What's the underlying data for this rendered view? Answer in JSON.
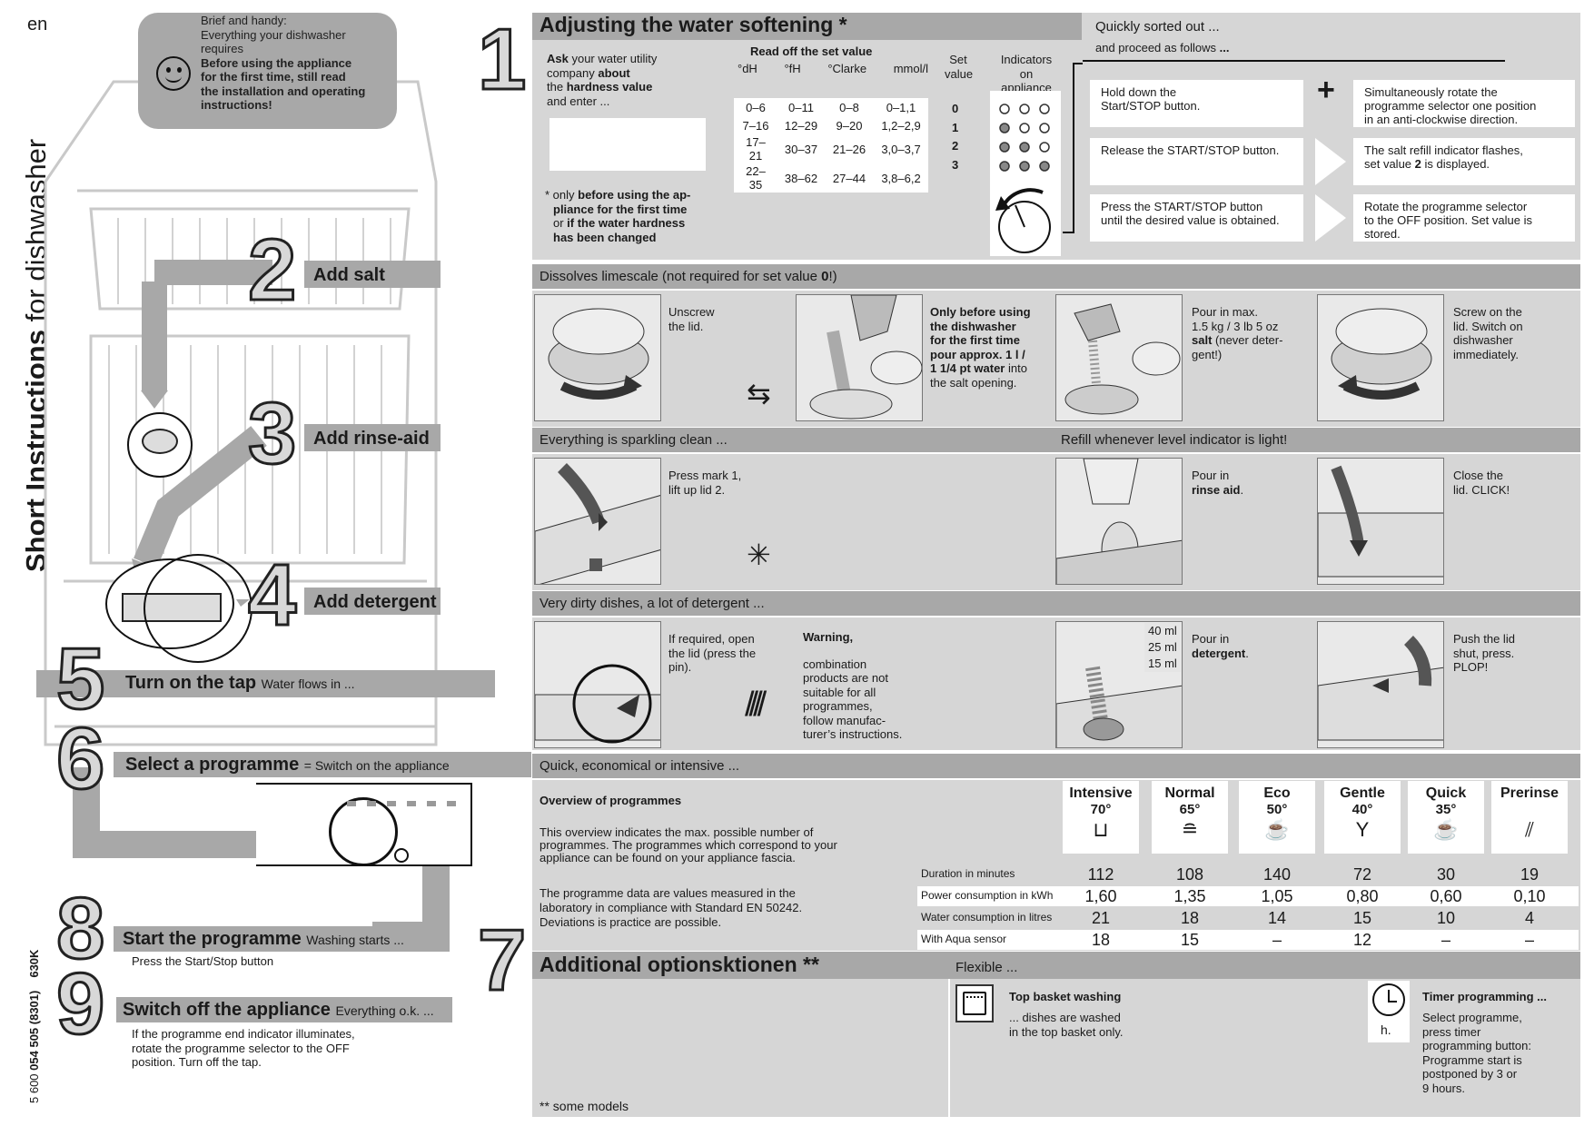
{
  "lang": "en",
  "vertical_title": {
    "bold": "Short Instructions",
    "rest": " for dishwasher"
  },
  "code": {
    "part1": "5 600 ",
    "part2": "054 505 (8301)",
    "part3": "630K"
  },
  "bubble": {
    "line1": "Brief and handy:",
    "line2": "Everything your dishwasher",
    "line3": "requires",
    "bold1": "Before using the appliance",
    "bold2": "for the first time, still read",
    "bold3": "the installation and operating",
    "bold4": "instructions!"
  },
  "steps": {
    "s1": {
      "num": "1",
      "title": "Adjusting the water softening *"
    },
    "s2": {
      "num": "2",
      "title": "Add salt"
    },
    "s3": {
      "num": "3",
      "title": "Add rinse-aid"
    },
    "s4": {
      "num": "4",
      "title": "Add detergent"
    },
    "s5": {
      "num": "5",
      "title": "Turn on the tap",
      "sub": "Water flows in ..."
    },
    "s6": {
      "num": "6",
      "title": "Select a programme",
      "sub": "= Switch on the appliance"
    },
    "s7": {
      "num": "7",
      "title": "Additional optionsktionen **"
    },
    "s8": {
      "num": "8",
      "title": "Start the programme",
      "sub": "Washing starts ...",
      "note": "Press the Start/Stop button"
    },
    "s9": {
      "num": "9",
      "title": "Switch off the appliance",
      "sub": "Everything o.k. ...",
      "note1": "If the programme end indicator illuminates,",
      "note2": "rotate the programme selector to the OFF",
      "note3": "position. Turn off the tap."
    }
  },
  "water": {
    "ask1": "Ask",
    "ask2": " your water utility",
    "ask3": "company ",
    "ask4": "about",
    "ask5": "the ",
    "ask6": "hardness value",
    "ask7": "and enter ...",
    "readoff": "Read off the set value",
    "cols": [
      "°dH",
      "°fH",
      "°Clarke",
      "mmol/l"
    ],
    "setvalue1": "Set",
    "setvalue2": "value",
    "ind1": "Indicators",
    "ind2": "on",
    "ind3": "appliance",
    "rows": [
      [
        "0–6",
        "0–11",
        "0–8",
        "0–1,1",
        "0"
      ],
      [
        "7–16",
        "12–29",
        "9–20",
        "1,2–2,9",
        "1"
      ],
      [
        "17–21",
        "30–37",
        "21–26",
        "3,0–3,7",
        "2"
      ],
      [
        "22–35",
        "38–62",
        "27–44",
        "3,8–6,2",
        "3"
      ]
    ],
    "foot1": "* only ",
    "foot2": "before using the ap-",
    "foot3": "pliance for the first time",
    "foot4": "or ",
    "foot5": "if the water hardness",
    "foot6": "has been changed"
  },
  "quick": {
    "title": "Quickly sorted out ...",
    "sub": "and proceed as follows ",
    "sub_b": "...",
    "hold1": "Hold down the",
    "hold2": "Start/STOP button.",
    "simul1": "Simultaneously rotate the",
    "simul2": "programme selector one position",
    "simul3": "in an anti-clockwise direction.",
    "release": "Release the START/STOP button.",
    "salt1": "The salt refill indicator flashes,",
    "salt2a": "set value ",
    "salt2b": "2",
    "salt2c": " is displayed.",
    "press1": "Press the START/STOP button",
    "press2": "until the desired value is obtained.",
    "rotate1": "Rotate the programme selector",
    "rotate2": "to the OFF position. Set value is",
    "rotate3": "stored."
  },
  "salt": {
    "band_a": "Dissolves limescale (not required for set value ",
    "band_b": "0",
    "band_c": "!)",
    "c1a": "Unscrew",
    "c1b": "the lid.",
    "c2": [
      "Only before using",
      "the dishwasher",
      "for the first time",
      "pour approx. 1 l /",
      "1 1/4 pt water"
    ],
    "c2tail": " into",
    "c2last": "the salt opening.",
    "c3a": "Pour in max.",
    "c3b": "1.5 kg / 3 lb 5 oz",
    "c3c": "salt",
    "c3d": " (never deter-",
    "c3e": "gent!)",
    "c4": [
      "Screw on the",
      "lid. Switch on",
      "dishwasher",
      "immediately."
    ]
  },
  "rinse": {
    "band1": "Everything is sparkling clean ...",
    "band2": "Refill whenever level indicator is light!",
    "c1a": "Press mark 1,",
    "c1b": "lift up lid 2.",
    "c3a": "Pour in",
    "c3b": "rinse aid",
    "c4a": "Close the",
    "c4b": "lid. CLICK!"
  },
  "det": {
    "band": "Very dirty dishes, a lot of detergent ...",
    "c1": [
      "If required, open",
      "the lid (press the",
      "pin)."
    ],
    "warn": "Warning,",
    "warnt": [
      "combination",
      "products are not",
      "suitable for all",
      "programmes,",
      "follow manufac-",
      "turer’s instructions."
    ],
    "ml": [
      "40 ml",
      "25 ml",
      "15 ml"
    ],
    "c3a": "Pour in",
    "c3b": "detergent",
    "c4": [
      "Push the lid",
      "shut, press.",
      "PLOP!"
    ]
  },
  "prog": {
    "band": "Quick, economical or intensive ...",
    "overview": "Overview of programmes",
    "p1": [
      "This overview indicates the max. possible number of",
      "programmes. The programmes which correspond to your",
      "appliance can be found on your appliance fascia."
    ],
    "p2": [
      "The programme data are values measured in the",
      "laboratory in compliance with Standard EN 50242.",
      "Deviations is practice are possible."
    ],
    "programmes": [
      {
        "name": "Intensive",
        "temp": "70°",
        "icon": "pot-icon"
      },
      {
        "name": "Normal",
        "temp": "65°",
        "icon": "plates-icon"
      },
      {
        "name": "Eco",
        "temp": "50°",
        "icon": "cup-saucer-icon"
      },
      {
        "name": "Gentle",
        "temp": "40°",
        "icon": "glass-icon"
      },
      {
        "name": "Quick",
        "temp": "35°",
        "icon": "quick-icon"
      },
      {
        "name": "Prerinse",
        "temp": "",
        "icon": "spray-icon"
      }
    ],
    "rows": [
      {
        "label": "Duration in minutes",
        "values": [
          "112",
          "108",
          "140",
          "72",
          "30",
          "19"
        ]
      },
      {
        "label": "Power consumption in kWh",
        "values": [
          "1,60",
          "1,35",
          "1,05",
          "0,80",
          "0,60",
          "0,10"
        ]
      },
      {
        "label": "Water consumption in litres",
        "values": [
          "21",
          "18",
          "14",
          "15",
          "10",
          "4"
        ]
      },
      {
        "label": "With Aqua sensor",
        "values": [
          "18",
          "15",
          "–",
          "12",
          "–",
          "–"
        ]
      }
    ]
  },
  "options": {
    "flexible": "Flexible ...",
    "top_title": "Top basket washing",
    "top1": "... dishes are washed",
    "top2": "in the top basket only.",
    "timer_title": "Timer programming ...",
    "timer_h": "h.",
    "timer": [
      "Select programme,",
      "press timer",
      "programming button:",
      "Programme start is",
      "postponed by 3 or",
      "9 hours."
    ],
    "foot": "** some models"
  }
}
